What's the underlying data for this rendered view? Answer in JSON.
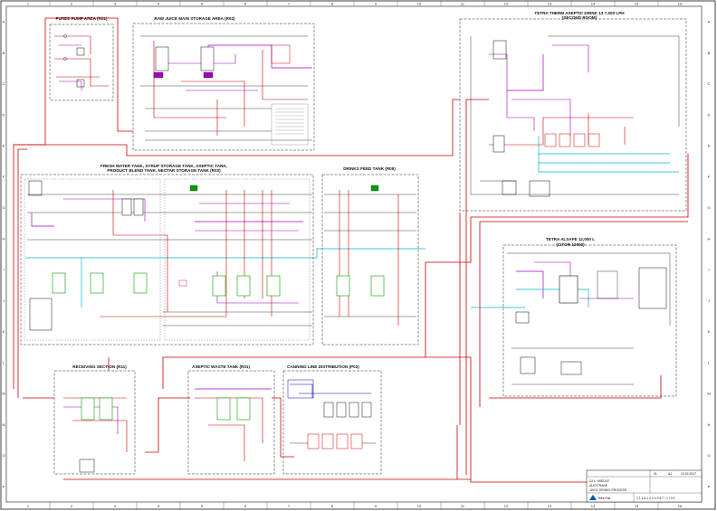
{
  "areas": {
    "puree_pump": "PUREE PUMP AREA (R01)",
    "raw_juice": "RAW JUICE MAIN STORAGE AREA (R02)",
    "tetra_therm": "TETRA THERM ASEPTIC DRINK 13 7,000 LPH",
    "tetra_therm_sub": "(SECOND ROOM)",
    "fresh_water_1": "FRESH WATER TANK, SYRUP STORAGE TANK, ASEPTIC TANK,",
    "fresh_water_2": "PRODUCT BLEND TANK, NECTAR STORAGE TANK (R03)",
    "drinks_feed": "DRINKS FEED TANK (R05)",
    "tetra_alsafe": "TETRA ALSAFE 12,000 L",
    "tetra_alsafe_sub": "(CITOR 12000)",
    "receiving": "RECEIVING SECTION (R11)",
    "aseptic_waste": "ASEPTIC WASTE TANK (R01)",
    "canning": "CANNING LINE DISTRIBUTION (P02)"
  },
  "title_block": {
    "client_line": "D.I.L. MIDDLE",
    "company_line": "ALEXTRADE",
    "project_line": "JUICE DRINKS PROCESS",
    "logo_text": "Tetra Pak",
    "drawing_number": "1 1 1 A 1 0 0 0 0 6 7 / 1 / 0 0",
    "date": "13.02.2017",
    "rev": "01",
    "sheet": "A1"
  },
  "grid": {
    "columns": [
      "1",
      "2",
      "3",
      "4",
      "5",
      "6",
      "7",
      "8",
      "9",
      "10",
      "11",
      "12",
      "13",
      "14",
      "15",
      "16"
    ],
    "rows": [
      "A",
      "B",
      "C",
      "D",
      "E",
      "F",
      "G",
      "H",
      "I",
      "J",
      "K",
      "L",
      "M",
      "N",
      "O",
      "P"
    ]
  },
  "colors": {
    "steam": "#cc0000",
    "product": "#a000c0",
    "water": "#00b8c8",
    "equipment": "#00a000",
    "line": "#111111",
    "air": "#0000cc"
  }
}
